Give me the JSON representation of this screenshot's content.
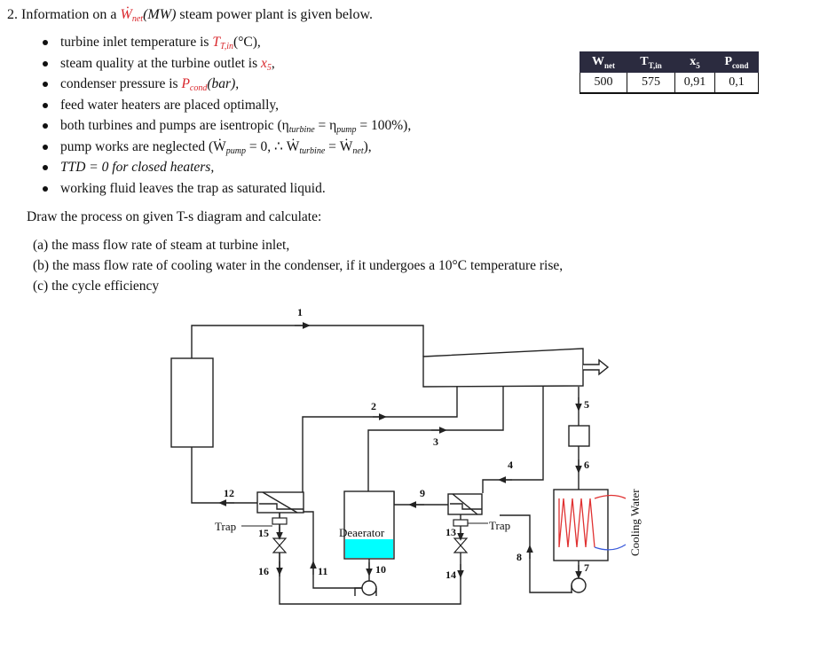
{
  "question": {
    "number": "2.",
    "intro_prefix": "Information on a",
    "w_symbol": "Ẇ",
    "w_sub": "net",
    "intro_unit": "(MW)",
    "intro_suffix": "steam power plant is given below."
  },
  "given": [
    {
      "pre": "turbine inlet temperature is",
      "sym": "T",
      "sub": "T,in",
      "post": "(°C),"
    },
    {
      "pre": "steam quality at the turbine outlet is",
      "sym": "x",
      "sub": "5",
      "post": ","
    },
    {
      "pre": "condenser pressure is",
      "sym": "P",
      "sub": "cond",
      "post": "(bar),"
    },
    {
      "text": "feed water heaters are placed optimally,"
    },
    {
      "text": "both turbines and pumps are isentropic (η",
      "sub1": "turbine",
      "mid": " = η",
      "sub2": "pump",
      "post": " = 100%),"
    },
    {
      "text": "pump works are neglected (Ẇ",
      "sub1": "pump",
      "mid": " = 0,  ∴ Ẇ",
      "sub2": "turbine",
      "post": " = Ẇ",
      "sub3": "net",
      "end": "),"
    },
    {
      "text": "TTD = 0 for closed heaters,"
    },
    {
      "text": "working fluid leaves the trap as saturated liquid."
    }
  ],
  "draw_line": "Draw the process on given T-s diagram and calculate:",
  "tasks": [
    "(a)  the mass flow rate of steam at turbine inlet,",
    "(b)  the mass flow rate of cooling water in the condenser, if it undergoes a 10°C temperature rise,",
    "(c)  the cycle efficiency"
  ],
  "param_table": {
    "headers": [
      {
        "sym": "W",
        "sub": "net"
      },
      {
        "sym": "T",
        "sub": "T,in"
      },
      {
        "sym": "x",
        "sub": "5"
      },
      {
        "sym": "P",
        "sub": "cond"
      }
    ],
    "values": [
      "500",
      "575",
      "0,91",
      "0,1"
    ]
  },
  "diagram": {
    "state_labels": [
      "1",
      "2",
      "3",
      "4",
      "5",
      "6",
      "7",
      "8",
      "9",
      "10",
      "11",
      "12",
      "13",
      "14",
      "15",
      "16"
    ],
    "trap_label": "Trap",
    "deaerator_label": "Deaerator",
    "cooling_water_label": "Cooling Water",
    "colors": {
      "water": "#00ffff",
      "cold_in": "#3b5bdb",
      "hot_out": "#e03131"
    }
  }
}
